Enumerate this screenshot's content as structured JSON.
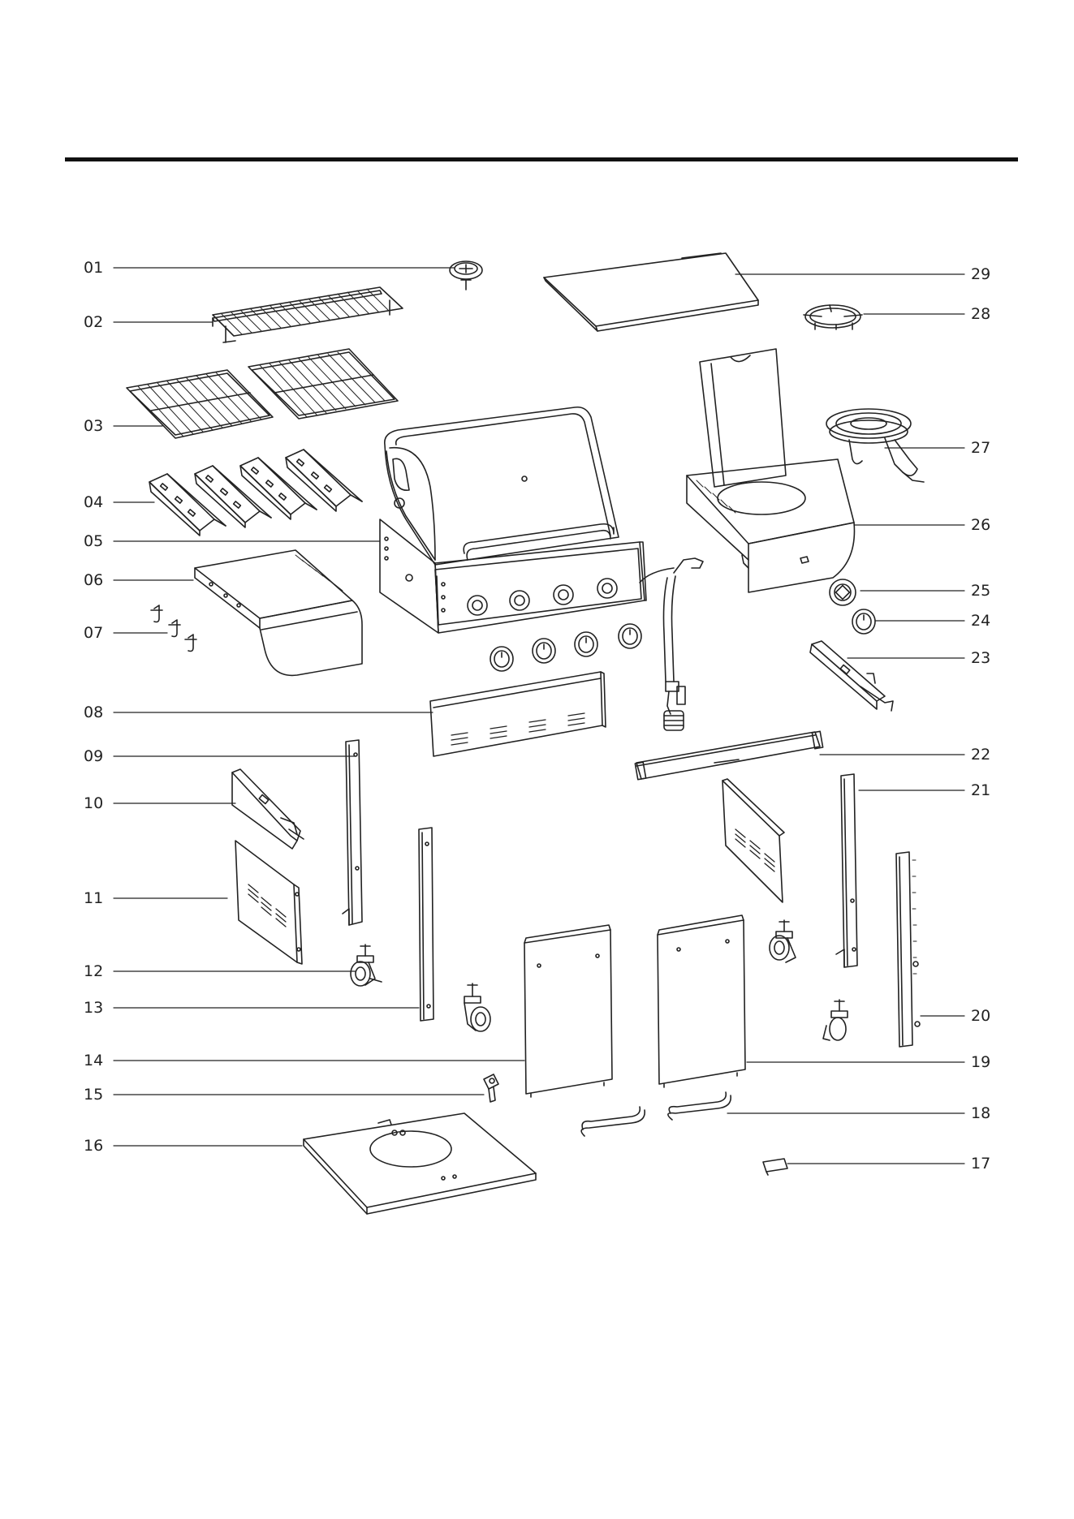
{
  "labels": {
    "01": "01",
    "02": "02",
    "03": "03",
    "04": "04",
    "05": "05",
    "06": "06",
    "07": "07",
    "08": "08",
    "09": "09",
    "10": "10",
    "11": "11",
    "12": "12",
    "13": "13",
    "14": "14",
    "15": "15",
    "16": "16",
    "17": "17",
    "18": "18",
    "19": "19",
    "20": "20",
    "21": "21",
    "22": "22",
    "23": "23",
    "24": "24",
    "25": "25",
    "26": "26",
    "27": "27",
    "28": "28",
    "29": "29"
  },
  "colors": {
    "line": "#222222",
    "rule": "#111111",
    "fill": "#ffffff"
  }
}
